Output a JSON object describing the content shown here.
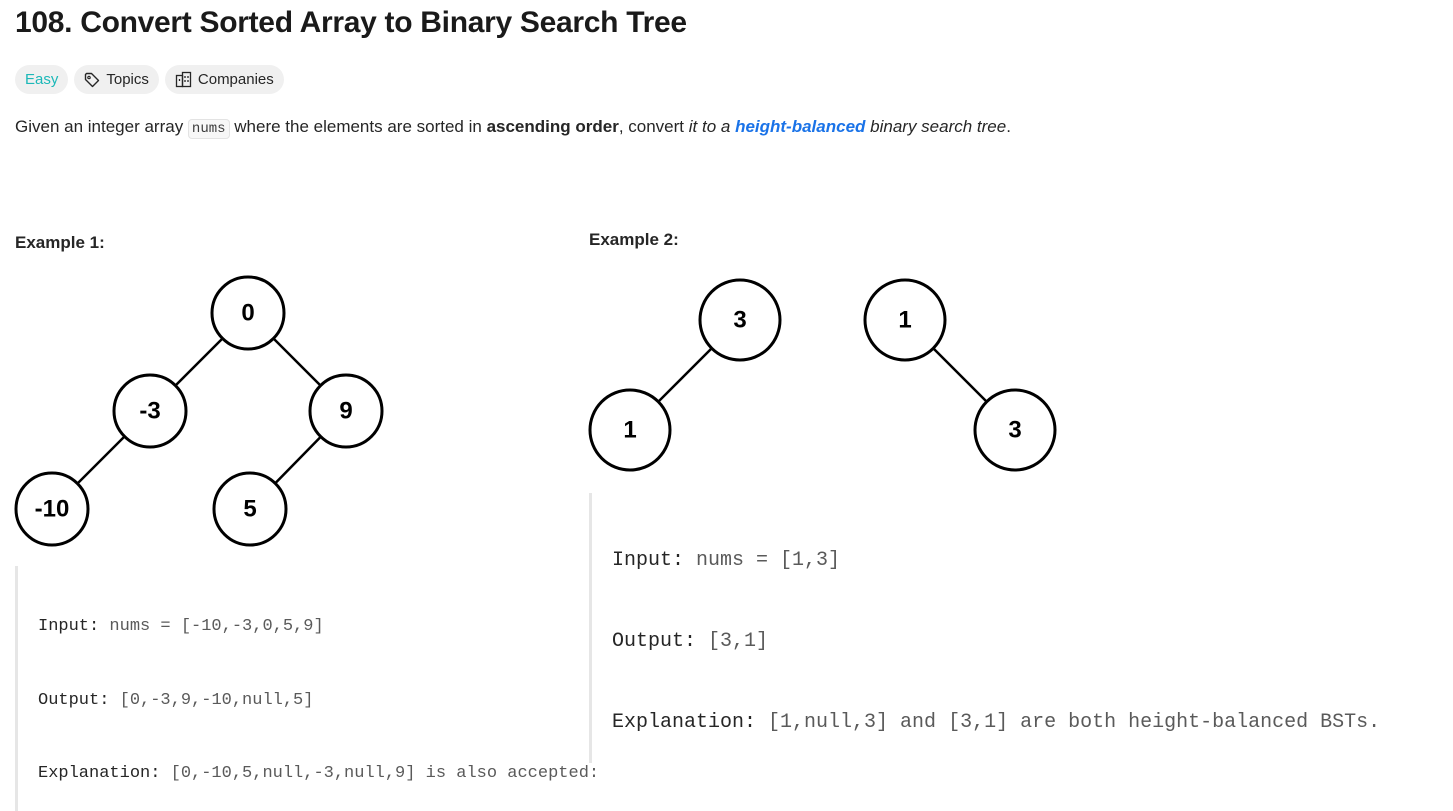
{
  "problem": {
    "title": "108. Convert Sorted Array to Binary Search Tree",
    "difficulty": "Easy",
    "tags": {
      "topics": "Topics",
      "companies": "Companies"
    }
  },
  "description": {
    "p1": "Given an integer array ",
    "code": "nums",
    "p2": " where the elements are sorted in ",
    "bold": "ascending order",
    "p3": ", convert ",
    "italic1": "it to a ",
    "link": "height-balanced",
    "italic2": " binary search tree",
    "p4": "."
  },
  "example1": {
    "heading": "Example 1:",
    "tree": {
      "root": "0",
      "left": "-3",
      "right": "9",
      "left_left": "-10",
      "right_left": "5"
    },
    "input_label": "Input:",
    "input_value": " nums = [-10,-3,0,5,9]",
    "output_label": "Output:",
    "output_value": " [0,-3,9,-10,null,5]",
    "explanation_label": "Explanation:",
    "explanation_value": " [0,-10,5,null,-3,null,9] is also accepted:"
  },
  "example2": {
    "heading": "Example 2:",
    "tree_a": {
      "root": "3",
      "left": "1"
    },
    "tree_b": {
      "root": "1",
      "right": "3"
    },
    "input_label": "Input:",
    "input_value": " nums = [1,3]",
    "output_label": "Output:",
    "output_value": " [3,1]",
    "explanation_label": "Explanation:",
    "explanation_value": " [1,null,3] and [3,1] are both height-balanced BSTs."
  },
  "colors": {
    "easy": "#1cb8b8",
    "link": "#1a73e8",
    "tag_bg": "#f0f0f0"
  },
  "icons": [
    "tag-icon",
    "building-icon"
  ]
}
